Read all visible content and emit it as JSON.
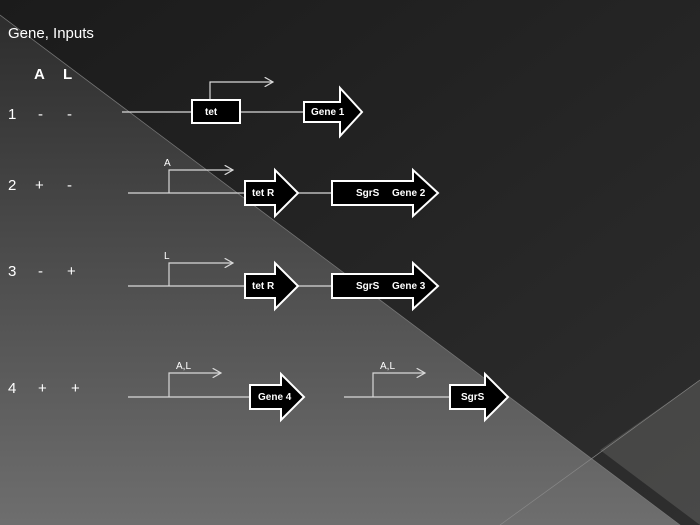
{
  "title": "Gene, Inputs",
  "headers": {
    "a": "A",
    "l": "L"
  },
  "rows": [
    {
      "num": "1",
      "a": "-",
      "l": "-"
    },
    {
      "num": "2",
      "a": "+",
      "l": "-"
    },
    {
      "num": "3",
      "a": "-",
      "l": "+"
    },
    {
      "num": "4",
      "a": "+",
      "l": "+"
    }
  ],
  "constructs": {
    "r1": {
      "box": "tet",
      "gene": "Gene 1"
    },
    "r2": {
      "promoter": "A",
      "repressor": "tet R",
      "gene_a": "SgrS",
      "gene_b": "Gene 2"
    },
    "r3": {
      "promoter": "L",
      "repressor": "tet R",
      "gene_a": "SgrS",
      "gene_b": "Gene 3"
    },
    "r4": {
      "promoter1": "A,L",
      "gene1": "Gene 4",
      "promoter2": "A,L",
      "gene2": "SgrS"
    }
  },
  "colors": {
    "bg_dark": "#1f1f1f",
    "bg_light": "#6a6a66",
    "line": "#d8d8d8"
  }
}
